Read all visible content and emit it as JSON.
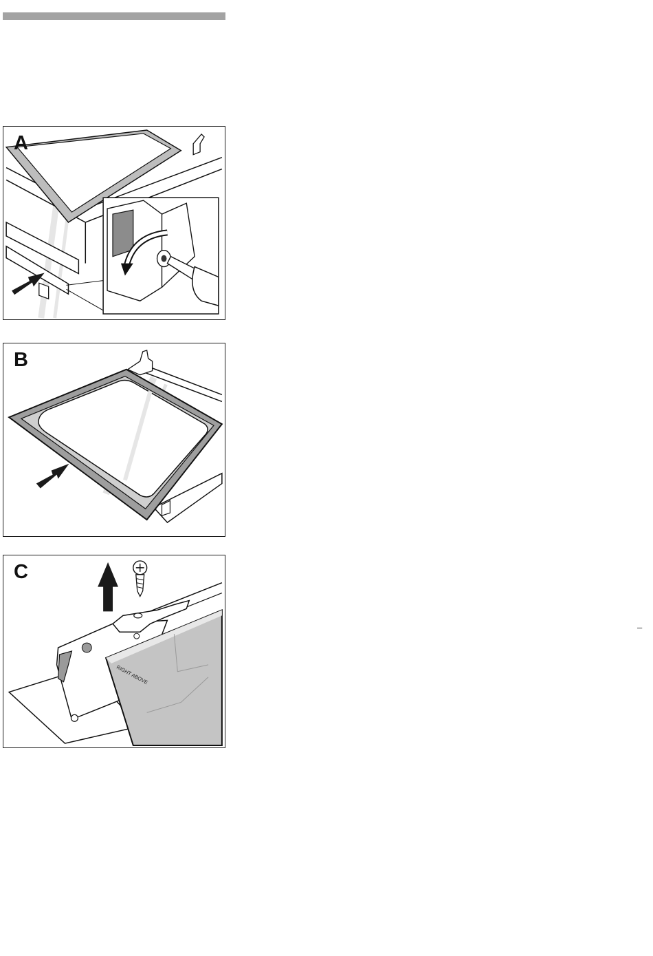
{
  "panels": [
    {
      "label": "A"
    },
    {
      "label": "B"
    },
    {
      "label": "C",
      "glass_marking": "RIGHT ABOVE"
    }
  ],
  "margin_mark": "–"
}
